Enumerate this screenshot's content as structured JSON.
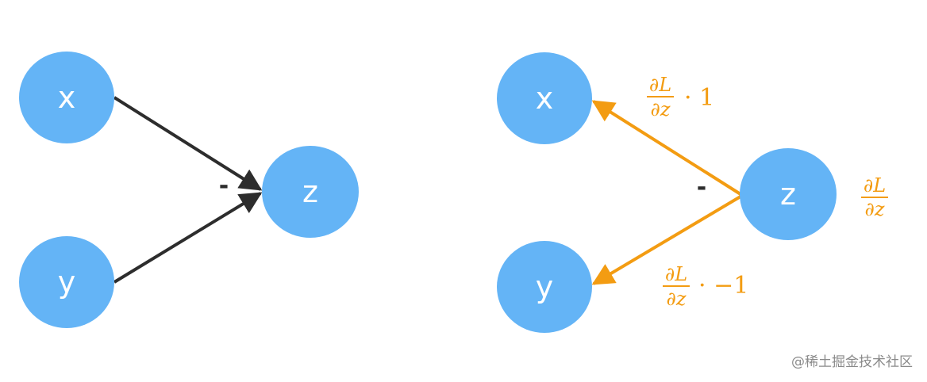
{
  "left_graph": {
    "nodes": {
      "x": "x",
      "y": "y",
      "z": "z"
    },
    "operator": "-"
  },
  "right_graph": {
    "nodes": {
      "x": "x",
      "y": "y",
      "z": "z"
    },
    "operator": "-",
    "grad_num": "∂L",
    "grad_den": "∂z",
    "x_factor": "· 1",
    "y_factor": "· −1"
  },
  "colors": {
    "node": "#64b4f6",
    "forward_edge": "#2d2d2d",
    "gradient_edge": "#f39c12"
  },
  "watermark": "@稀土掘金技术社区"
}
